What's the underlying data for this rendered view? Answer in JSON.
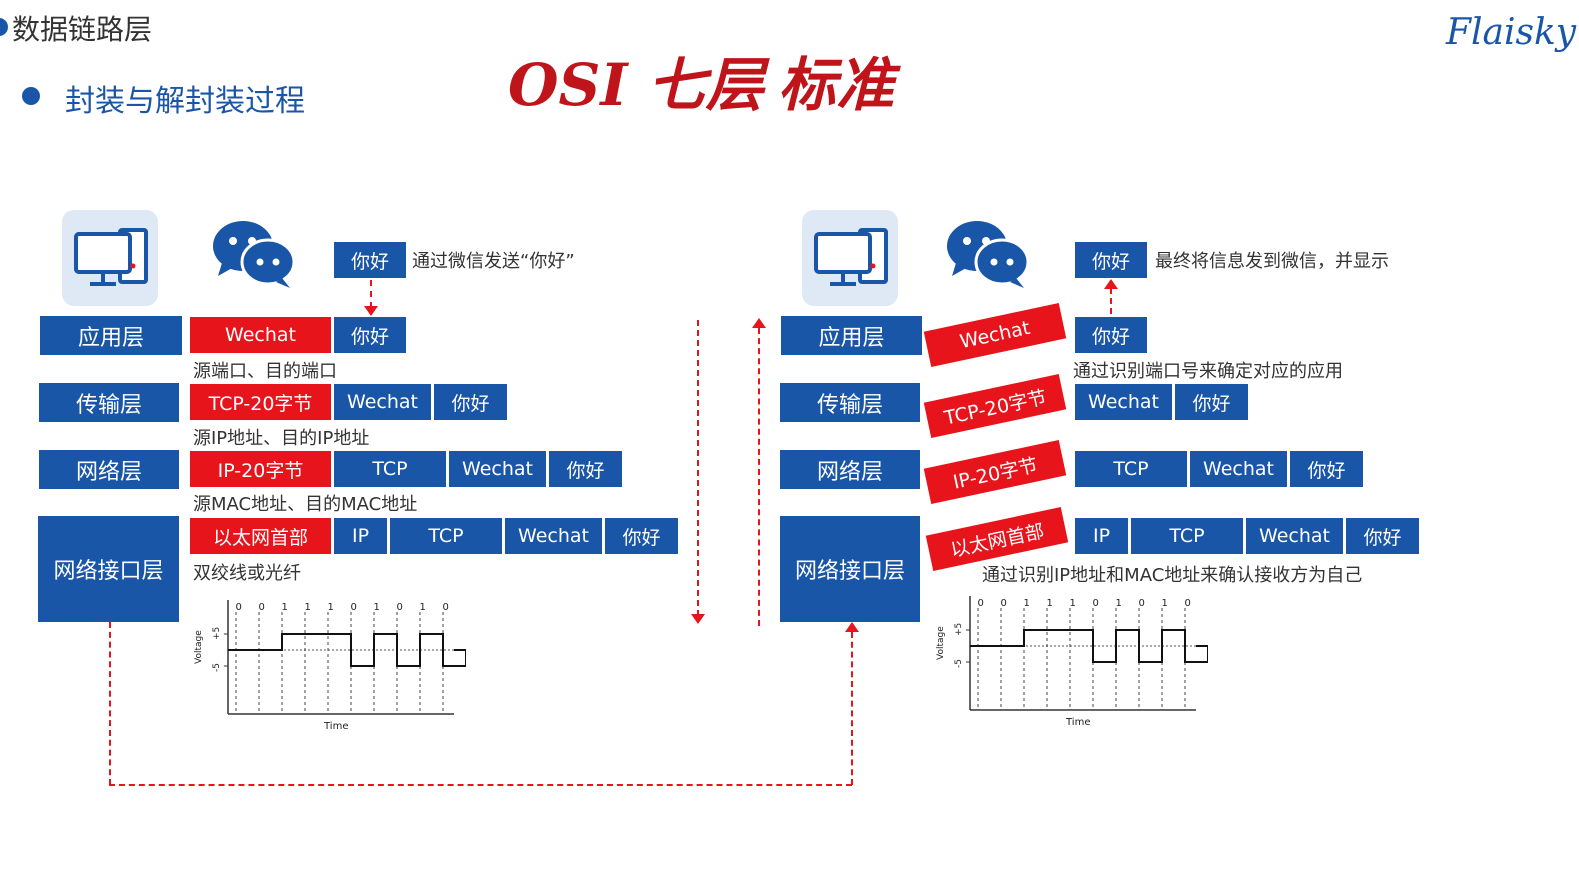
{
  "header": {
    "section_title": "数据链路层",
    "bullet_text": "封装与解封装过程",
    "handwritten_title": "OSI 七层",
    "handwritten_title2": "标准",
    "logo": "Flaisky"
  },
  "layers": {
    "application": "应用层",
    "transport": "传输层",
    "network": "网络层",
    "interface": "网络接口层"
  },
  "blocks": {
    "hello": "你好",
    "wechat": "Wechat",
    "tcp_header": "TCP-20字节",
    "tcp": "TCP",
    "ip_header": "IP-20字节",
    "ip": "IP",
    "eth_header": "以太网首部"
  },
  "left": {
    "send_note": "通过微信发送“你好”",
    "port_note": "源端口、目的端口",
    "ip_note": "源IP地址、目的IP地址",
    "mac_note": "源MAC地址、目的MAC地址",
    "medium_note": "双绞线或光纤"
  },
  "right": {
    "display_note": "最终将信息发到微信，并显示",
    "port_note": "通过识别端口号来确定对应的应用",
    "mac_note": "通过识别IP地址和MAC地址来确认接收方为自己"
  },
  "signal": {
    "bits": [
      "0",
      "0",
      "1",
      "1",
      "1",
      "0",
      "1",
      "0",
      "1",
      "0"
    ],
    "ylabel": "Voltage",
    "xlabel": "Time",
    "plus": "+5",
    "minus": "-5"
  },
  "colors": {
    "blue": "#1a56a8",
    "red": "#e8141b",
    "hand": "#c0141b"
  }
}
